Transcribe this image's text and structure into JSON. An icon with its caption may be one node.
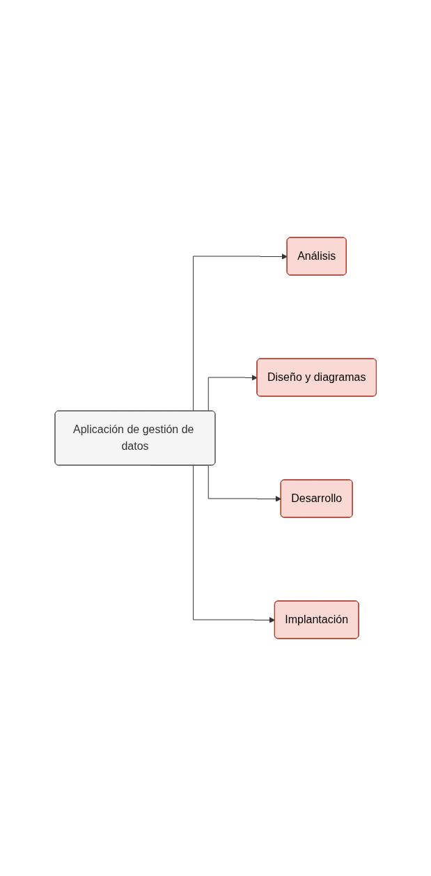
{
  "diagram": {
    "nodes": [
      {
        "text": [
          "Aplicación de gestión de datos"
        ]
      },
      {
        "text": [
          "Análisis"
        ]
      },
      {
        "text": [
          "Diseño y diagramas"
        ]
      },
      {
        "text": [
          "Desarrollo"
        ]
      },
      {
        "text": [
          "Implantación"
        ]
      }
    ],
    "edges": [
      {
        "from": 0,
        "to": 1,
        "arrow": "to"
      },
      {
        "from": 0,
        "to": 2,
        "arrow": "to"
      },
      {
        "from": 0,
        "to": 3,
        "arrow": "to"
      },
      {
        "from": 0,
        "to": 4,
        "arrow": "to"
      }
    ]
  }
}
